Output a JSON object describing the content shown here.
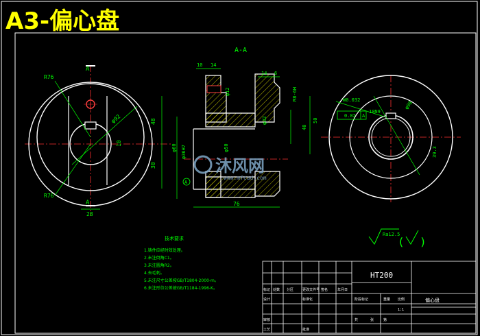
{
  "title": "A3-偏心盘",
  "section_label": "A-A",
  "view_labels": {
    "a_top": "A",
    "a_bottom": "A"
  },
  "dims_front": {
    "r76_top": "R76",
    "r76_bottom": "R76",
    "phi92": "φ92",
    "d48": "48",
    "d10": "10",
    "d30": "30",
    "d28": "28"
  },
  "dims_section": {
    "d10": "10",
    "d14": "14",
    "d14b": "14",
    "d6": "6",
    "phi12": "φ12",
    "m8": "M8-6H",
    "phi32": "φ32",
    "d40": "40",
    "d50": "50",
    "phi50": "φ50",
    "phi60": "φ60",
    "phi36h7": "φ36H7",
    "d76": "76"
  },
  "dims_side": {
    "phi98": "φ98",
    "w0032": "W0.032",
    "tenN9": "10N9",
    "tol_val": "0.02",
    "tol_datum": "A",
    "d39_3": "39.3"
  },
  "roughness": {
    "main": "Ra12.5"
  },
  "notes": {
    "heading": "技术要求",
    "items": [
      "1.铸件应经时效处理。",
      "2.未注倒角C1。",
      "3.未注圆角R2。",
      "4.去毛刺。",
      "5.未注尺寸公差按GB/T1804-2000-m。",
      "6.未注形位公差按GB/T1184-1996-K。"
    ]
  },
  "title_block": {
    "material": "HT200",
    "part_name": "偏心盘",
    "h_biaoji": "标记",
    "h_chushu": "处数",
    "h_fenqu": "分区",
    "h_gengai": "更改文件号",
    "h_qianming": "签名",
    "h_riqi": "年月日",
    "h_sheji": "设计",
    "h_biaozhun": "标准化",
    "h_jieduan": "阶段标记",
    "h_zhongliang": "重量",
    "h_bili": "比例",
    "h_shenhe": "审核",
    "h_gongyi": "工艺",
    "h_pizhun": "批准",
    "h_gong": "共",
    "h_zhang": "张",
    "h_di": "第",
    "scale": "1:1"
  },
  "watermark": {
    "brand": "沐风网",
    "url": "www.mfcad.com"
  },
  "colors": {
    "background": "#000000",
    "outline": "#ffffff",
    "dimension": "#00ff00",
    "centerline": "#ff3030",
    "hatch": "#ffff00",
    "hole": "#ff4040",
    "title": "#ffff00",
    "roughness": "#00ff00",
    "watermark": "#7fa8c8"
  }
}
